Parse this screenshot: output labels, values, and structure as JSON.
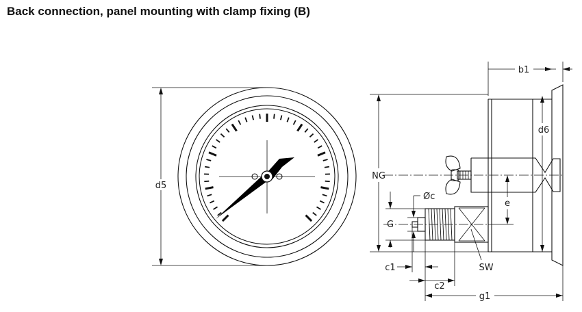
{
  "title": "Back connection, panel mounting with clamp fixing (B)",
  "labels": {
    "d5": "d5",
    "NG": "NG",
    "b1": "b1",
    "d6": "d6",
    "phi_c": "Øc",
    "e": "e",
    "G": "G",
    "c1": "c1",
    "c2": "c2",
    "SW": "SW",
    "g1": "g1"
  }
}
